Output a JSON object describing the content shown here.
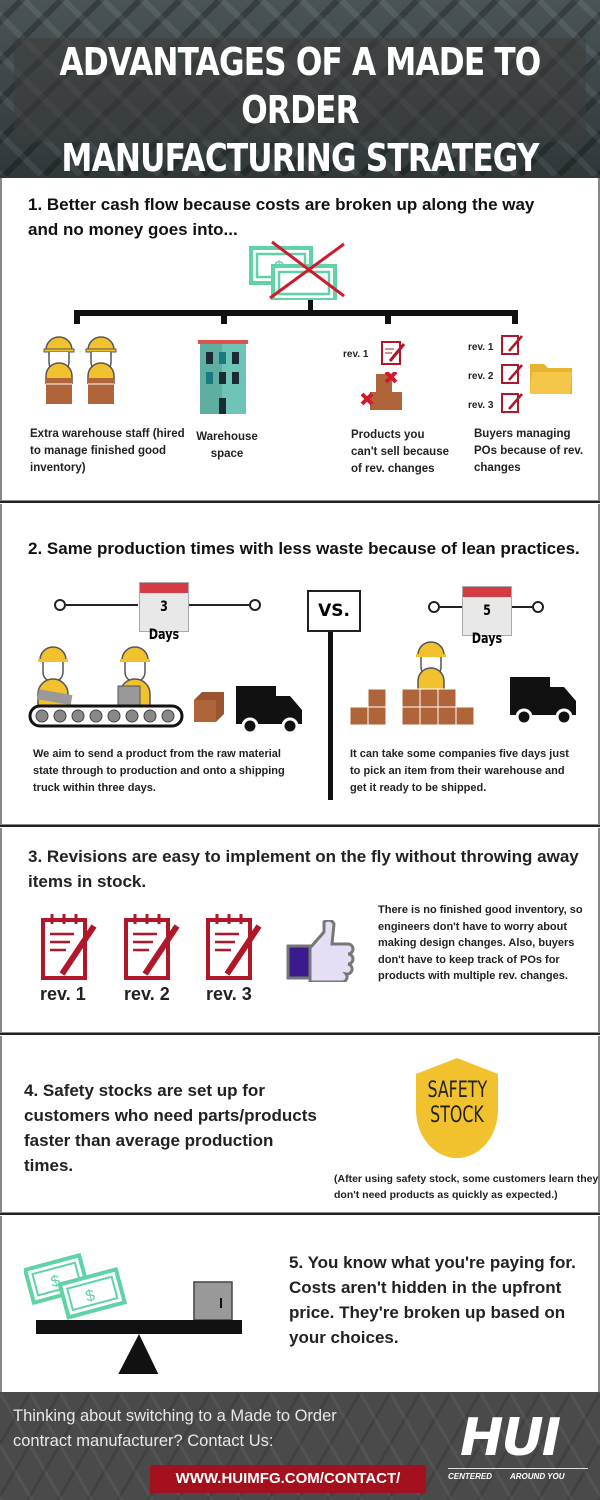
{
  "header": {
    "title_line1": "ADVANTAGES OF A MADE TO ORDER",
    "title_line2": "MANUFACTURING STRATEGY"
  },
  "section1": {
    "heading": "1. Better cash flow because costs are broken up along the way and no money goes into...",
    "icon_money": "crossed-out-money-icon",
    "items": [
      {
        "label": "Extra warehouse staff (hired to manage finished good inventory)",
        "icon": "warehouse-workers-icon"
      },
      {
        "label": "Warehouse space",
        "icon": "warehouse-building-icon"
      },
      {
        "label": "Products you can't sell because of rev. changes",
        "icon": "unsellable-boxes-icon",
        "rev_labels": [
          "rev. 1"
        ]
      },
      {
        "label": "Buyers managing POs because of rev. changes",
        "icon": "folder-icon",
        "rev_labels": [
          "rev. 1",
          "rev. 2",
          "rev. 3"
        ]
      }
    ]
  },
  "section2": {
    "heading": "2. Same production times with less waste because of lean practices.",
    "vs_label": "VS.",
    "left": {
      "days_label": "3 Days",
      "description": "We aim to send a product from the raw material state through to production and onto a shipping truck within three days."
    },
    "right": {
      "days_label": "5 Days",
      "description": "It can take some companies five days just to pick an item from their warehouse and get it ready to be shipped."
    }
  },
  "section3": {
    "heading": "3. Revisions are easy to implement on the fly without throwing away items in stock.",
    "revisions": [
      "rev. 1",
      "rev. 2",
      "rev. 3"
    ],
    "description": "There is no finished good inventory, so engineers don't have to worry about making design changes. Also, buyers don't have to keep track of POs for products with multiple rev. changes."
  },
  "section4": {
    "heading": "4. Safety stocks are set up for customers who need parts/products faster than average production times.",
    "badge_line1": "SAFETY",
    "badge_line2": "STOCK",
    "note": "(After using safety stock, some customers learn they don't need products as quickly as expected.)"
  },
  "section5": {
    "heading": "5. You know what you're paying for. Costs aren't hidden in the upfront price. They're broken up based on your choices."
  },
  "footer": {
    "cta": "Thinking about switching to a Made to Order contract manufacturer? Contact Us:",
    "url": "WWW.HUIMFG.COM/CONTACT/",
    "logo_text": "HUI",
    "tagline_left": "CENTERED",
    "tagline_right": "AROUND YOU"
  },
  "colors": {
    "money_green": "#5fd3a5",
    "cross_red": "#d0192e",
    "notepad_red": "#b0182a",
    "hardhat_yellow": "#f2c12e",
    "box_brown": "#b0643a",
    "calendar_red": "#d63a45",
    "url_bg": "#a3111e",
    "thumb_purple": "#3a1a8c"
  }
}
